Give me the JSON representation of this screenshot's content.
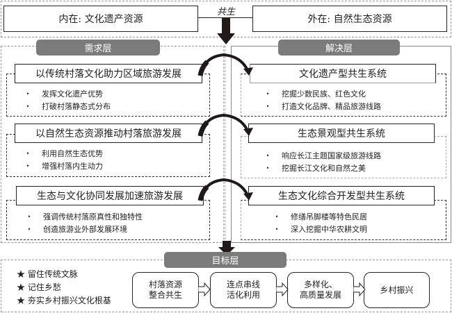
{
  "top": {
    "left_box": "内在: 文化遗产资源",
    "right_box": "外在: 自然生态资源",
    "link_label": "共生"
  },
  "layers": {
    "demand": "需求层",
    "solution": "解决层",
    "goal": "目标层"
  },
  "demand_rows": [
    {
      "title": "以传统村落文化助力区域旅游发展",
      "bullets": [
        "发挥文化遗产优势",
        "打破村落静态式分布"
      ]
    },
    {
      "title": "以自然生态资源推动村落旅游发展",
      "bullets": [
        "利用自然生态优势",
        "增强村落内生动力"
      ]
    },
    {
      "title": "生态与文化协同发展加速旅游发展",
      "bullets": [
        "强调传统村落原真性和独特性",
        "创造旅游业外部发展环境"
      ]
    }
  ],
  "solution_rows": [
    {
      "title": "文化遗产型共生系统",
      "bullets": [
        "挖掘少数民族、红色文化",
        "打造文化品牌、精品旅游线路"
      ]
    },
    {
      "title": "生态景观型共生系统",
      "bullets": [
        "响应长江主题国家级旅游线路",
        "挖掘长江文化和自然之美"
      ]
    },
    {
      "title": "生态文化综合开发型共生系统",
      "bullets": [
        "修缮吊脚楼等特色民居",
        "深入挖掘中华农耕文明"
      ]
    }
  ],
  "bullet_glyph": "•",
  "goals": {
    "star_glyph": "★",
    "items": [
      "留住传统文脉",
      "记住乡愁",
      "夯实乡村振兴文化根基"
    ]
  },
  "flow": [
    {
      "line1": "村落资源",
      "line2": "整合共生"
    },
    {
      "line1": "连点串线",
      "line2": "活化利用"
    },
    {
      "line1": "多样化、",
      "line2": "高质量发展"
    },
    {
      "line1": "乡村振兴",
      "line2": ""
    }
  ]
}
